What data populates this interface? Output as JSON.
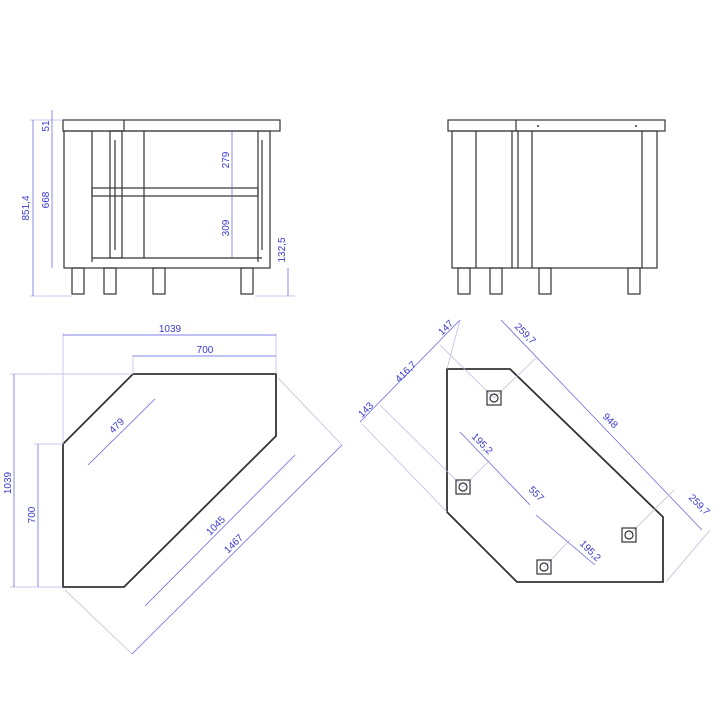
{
  "front_view": {
    "total_height": "851,4",
    "top_thickness": "51",
    "body_height": "668",
    "upper_clearance": "279",
    "lower_clearance": "309",
    "leg_height": "132,5"
  },
  "side_view": {},
  "plan_view_left": {
    "overall_width": "1039",
    "arm_width": "700",
    "overall_depth": "1039",
    "arm_depth": "700",
    "chamfer_front": "479",
    "chamfer_back": "1045",
    "diagonal_overall": "1467"
  },
  "plan_view_right": {
    "offset_143": "143",
    "span_416": "416,7",
    "offset_147": "147",
    "end_top": "259,7",
    "length_948": "948",
    "end_bottom": "259,7",
    "foot_offset_1": "195,2",
    "foot_span": "557",
    "foot_offset_2": "195,2"
  },
  "colors": {
    "outline": "#333333",
    "dimension": "#3a3ad0"
  }
}
